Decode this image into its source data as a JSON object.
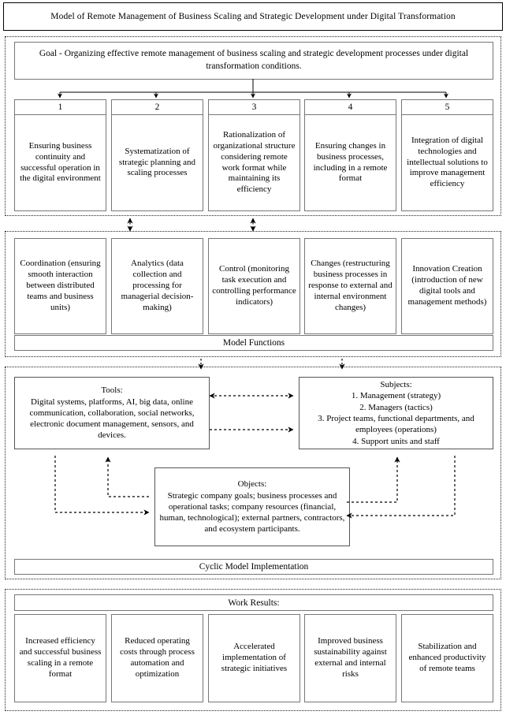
{
  "title": "Model of Remote Management of Business Scaling and Strategic Development under Digital Transformation",
  "goal": {
    "text": "Goal - Organizing effective remote management of business scaling and strategic development processes under digital transformation conditions."
  },
  "tasks": [
    {
      "number": "1",
      "text": "Ensuring business continuity and successful operation in the digital environment"
    },
    {
      "number": "2",
      "text": "Systematization of strategic planning and scaling processes"
    },
    {
      "number": "3",
      "text": "Rationalization of organizational structure considering remote work format while maintaining its efficiency"
    },
    {
      "number": "4",
      "text": "Ensuring changes in business processes, including in a remote format"
    },
    {
      "number": "5",
      "text": "Integration of digital technologies and intellectual solutions to improve management efficiency"
    }
  ],
  "model_functions": {
    "label": "Model Functions",
    "items": [
      {
        "text": "Coordination (ensuring smooth interaction between distributed teams and business units)"
      },
      {
        "text": "Analytics (data collection and processing for managerial decision-making)"
      },
      {
        "text": "Control (monitoring task execution and controlling performance indicators)"
      },
      {
        "text": "Changes (restructuring business processes in response to external and internal environment changes)"
      },
      {
        "text": "Innovation Creation (introduction of new digital tools and management methods)"
      }
    ]
  },
  "cyclic": {
    "label": "Cyclic Model Implementation",
    "tools": {
      "heading": "Tools:",
      "body": "Digital systems, platforms, AI, big data, online communication, collaboration, social networks, electronic document management, sensors, and devices."
    },
    "subjects": {
      "heading": "Subjects:",
      "body": "1. Management (strategy)\n2. Managers (tactics)\n3. Project teams, functional departments, and employees (operations)\n4. Support units and staff"
    },
    "objects": {
      "heading": "Objects:",
      "body": "Strategic company goals; business processes and operational tasks; company resources (financial, human, technological); external partners, contractors, and ecosystem participants."
    }
  },
  "work_results": {
    "label": "Work Results:",
    "items": [
      {
        "text": "Increased efficiency and successful business scaling in a remote format"
      },
      {
        "text": "Reduced operating costs through process automation and optimization"
      },
      {
        "text": "Accelerated implementation of strategic initiatives"
      },
      {
        "text": "Improved business sustainability against external and internal risks"
      },
      {
        "text": "Stabilization and enhanced productivity of remote teams"
      }
    ]
  },
  "colors": {
    "background": "#ffffff",
    "text": "#000000",
    "box_border": "#777777",
    "section_border": "#222222",
    "connector": "#000000"
  }
}
